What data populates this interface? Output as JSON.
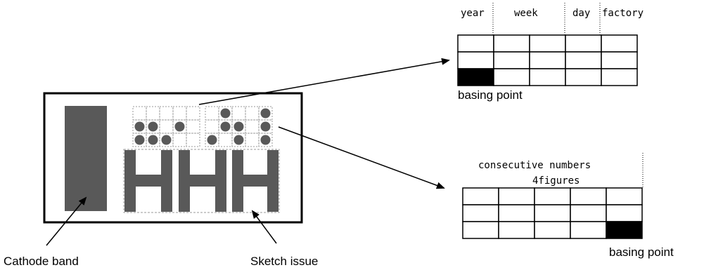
{
  "labels": {
    "cathode_band": "Cathode band",
    "sketch_issue": "Sketch issue",
    "top_basing_point": "basing point",
    "bottom_basing_point": "basing point",
    "consecutive_line1": "consecutive numbers",
    "consecutive_line2": "4figures"
  },
  "top_grid": {
    "headers": [
      "year",
      "week",
      "day",
      "factory"
    ],
    "rows": 3,
    "cols": 5,
    "marked_cell": [
      2,
      0
    ]
  },
  "bottom_grid": {
    "rows": 3,
    "cols": 5,
    "marked_cell": [
      2,
      4
    ]
  },
  "dot_matrix_left": {
    "rows": 3,
    "cols": 5,
    "dots": [
      [
        1,
        0
      ],
      [
        1,
        1
      ],
      [
        1,
        3
      ],
      [
        2,
        0
      ],
      [
        2,
        1
      ],
      [
        2,
        2
      ]
    ]
  },
  "dot_matrix_right": {
    "rows": 3,
    "cols": 5,
    "dots": [
      [
        0,
        1
      ],
      [
        0,
        4
      ],
      [
        1,
        1
      ],
      [
        1,
        2
      ],
      [
        1,
        4
      ],
      [
        2,
        0
      ],
      [
        2,
        2
      ],
      [
        2,
        4
      ]
    ]
  },
  "colors": {
    "component_fill": "#595959",
    "outline": "#000000",
    "dashed": "#999999"
  }
}
